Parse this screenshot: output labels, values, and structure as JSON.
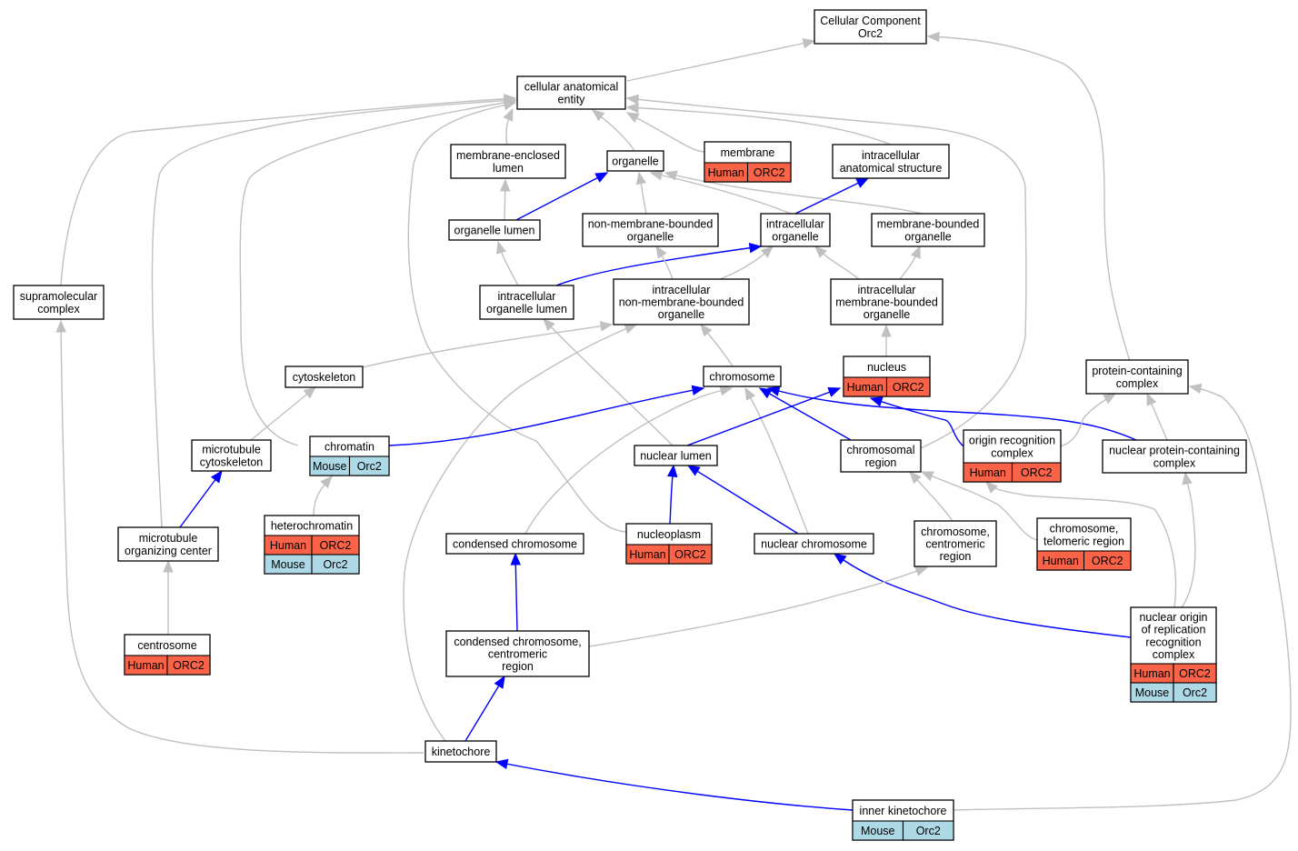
{
  "colors": {
    "human": "#fa6347",
    "mouse": "#add8e6",
    "edge_gray": "#c0c0c0",
    "edge_blue": "#0000ff"
  },
  "nodes": [
    {
      "id": "cc",
      "lines": [
        "Cellular Component",
        "Orc2"
      ],
      "rows": []
    },
    {
      "id": "cae",
      "lines": [
        "cellular anatomical",
        "entity"
      ],
      "rows": []
    },
    {
      "id": "mel",
      "lines": [
        "membrane-enclosed",
        "lumen"
      ],
      "rows": []
    },
    {
      "id": "organelle",
      "lines": [
        "organelle"
      ],
      "rows": []
    },
    {
      "id": "membrane",
      "lines": [
        "membrane"
      ],
      "rows": [
        [
          {
            "species": "human",
            "text": "Human"
          },
          {
            "species": "human",
            "text": "ORC2"
          }
        ]
      ]
    },
    {
      "id": "ias",
      "lines": [
        "intracellular",
        "anatomical structure"
      ],
      "rows": []
    },
    {
      "id": "ol",
      "lines": [
        "organelle lumen"
      ],
      "rows": []
    },
    {
      "id": "nmbo",
      "lines": [
        "non-membrane-bounded",
        "organelle"
      ],
      "rows": []
    },
    {
      "id": "io",
      "lines": [
        "intracellular",
        "organelle"
      ],
      "rows": []
    },
    {
      "id": "mbo",
      "lines": [
        "membrane-bounded",
        "organelle"
      ],
      "rows": []
    },
    {
      "id": "sc",
      "lines": [
        "supramolecular",
        "complex"
      ],
      "rows": []
    },
    {
      "id": "iol",
      "lines": [
        "intracellular",
        "organelle lumen"
      ],
      "rows": []
    },
    {
      "id": "inmbo",
      "lines": [
        "intracellular",
        "non-membrane-bounded",
        "organelle"
      ],
      "rows": []
    },
    {
      "id": "imbo",
      "lines": [
        "intracellular",
        "membrane-bounded",
        "organelle"
      ],
      "rows": []
    },
    {
      "id": "cytoskeleton",
      "lines": [
        "cytoskeleton"
      ],
      "rows": []
    },
    {
      "id": "chromosome",
      "lines": [
        "chromosome"
      ],
      "rows": []
    },
    {
      "id": "nucleus",
      "lines": [
        "nucleus"
      ],
      "rows": [
        [
          {
            "species": "human",
            "text": "Human"
          },
          {
            "species": "human",
            "text": "ORC2"
          }
        ]
      ]
    },
    {
      "id": "pcc",
      "lines": [
        "protein-containing",
        "complex"
      ],
      "rows": []
    },
    {
      "id": "mtc",
      "lines": [
        "microtubule",
        "cytoskeleton"
      ],
      "rows": []
    },
    {
      "id": "chromatin",
      "lines": [
        "chromatin"
      ],
      "rows": [
        [
          {
            "species": "mouse",
            "text": "Mouse"
          },
          {
            "species": "mouse",
            "text": "Orc2"
          }
        ]
      ]
    },
    {
      "id": "nuclumen",
      "lines": [
        "nuclear lumen"
      ],
      "rows": []
    },
    {
      "id": "chromreg",
      "lines": [
        "chromosomal",
        "region"
      ],
      "rows": []
    },
    {
      "id": "orc",
      "lines": [
        "origin recognition",
        "complex"
      ],
      "rows": [
        [
          {
            "species": "human",
            "text": "Human"
          },
          {
            "species": "human",
            "text": "ORC2"
          }
        ]
      ]
    },
    {
      "id": "npcc",
      "lines": [
        "nuclear protein-containing",
        "complex"
      ],
      "rows": []
    },
    {
      "id": "mtoc",
      "lines": [
        "microtubule",
        "organizing center"
      ],
      "rows": []
    },
    {
      "id": "heterochromatin",
      "lines": [
        "heterochromatin"
      ],
      "rows": [
        [
          {
            "species": "human",
            "text": "Human"
          },
          {
            "species": "human",
            "text": "ORC2"
          }
        ],
        [
          {
            "species": "mouse",
            "text": "Mouse"
          },
          {
            "species": "mouse",
            "text": "Orc2"
          }
        ]
      ]
    },
    {
      "id": "condchrom",
      "lines": [
        "condensed chromosome"
      ],
      "rows": []
    },
    {
      "id": "nucleoplasm",
      "lines": [
        "nucleoplasm"
      ],
      "rows": [
        [
          {
            "species": "human",
            "text": "Human"
          },
          {
            "species": "human",
            "text": "ORC2"
          }
        ]
      ]
    },
    {
      "id": "nucchrom",
      "lines": [
        "nuclear chromosome"
      ],
      "rows": []
    },
    {
      "id": "ccr",
      "lines": [
        "chromosome,",
        "centromeric",
        "region"
      ],
      "rows": []
    },
    {
      "id": "ctr",
      "lines": [
        "chromosome,",
        "telomeric region"
      ],
      "rows": [
        [
          {
            "species": "human",
            "text": "Human"
          },
          {
            "species": "human",
            "text": "ORC2"
          }
        ]
      ]
    },
    {
      "id": "centrosome",
      "lines": [
        "centrosome"
      ],
      "rows": [
        [
          {
            "species": "human",
            "text": "Human"
          },
          {
            "species": "human",
            "text": "ORC2"
          }
        ]
      ]
    },
    {
      "id": "cccr",
      "lines": [
        "condensed chromosome,",
        "centromeric",
        "region"
      ],
      "rows": []
    },
    {
      "id": "norc",
      "lines": [
        "nuclear origin",
        "of replication",
        "recognition",
        "complex"
      ],
      "rows": [
        [
          {
            "species": "human",
            "text": "Human"
          },
          {
            "species": "human",
            "text": "ORC2"
          }
        ],
        [
          {
            "species": "mouse",
            "text": "Mouse"
          },
          {
            "species": "mouse",
            "text": "Orc2"
          }
        ]
      ]
    },
    {
      "id": "kinetochore",
      "lines": [
        "kinetochore"
      ],
      "rows": []
    },
    {
      "id": "ik",
      "lines": [
        "inner kinetochore"
      ],
      "rows": [
        [
          {
            "species": "mouse",
            "text": "Mouse"
          },
          {
            "species": "mouse",
            "text": "Orc2"
          }
        ]
      ]
    }
  ],
  "edges": [
    {
      "id": "cae-cc",
      "kind": "gray"
    },
    {
      "id": "pcc-cc",
      "kind": "gray"
    },
    {
      "id": "mel-cae",
      "kind": "gray"
    },
    {
      "id": "organelle-cae",
      "kind": "gray"
    },
    {
      "id": "membrane-cae",
      "kind": "gray"
    },
    {
      "id": "ias-cae",
      "kind": "gray"
    },
    {
      "id": "sc-cae",
      "kind": "gray"
    },
    {
      "id": "mtoc-cae",
      "kind": "gray"
    },
    {
      "id": "chromatin-cae",
      "kind": "gray"
    },
    {
      "id": "nucleoplasm-cae",
      "kind": "gray"
    },
    {
      "id": "chromreg-cae",
      "kind": "gray"
    },
    {
      "id": "ol-mel",
      "kind": "gray"
    },
    {
      "id": "ol-organelle",
      "kind": "blue"
    },
    {
      "id": "nmbo-organelle",
      "kind": "gray"
    },
    {
      "id": "io-organelle",
      "kind": "gray"
    },
    {
      "id": "mbo-organelle",
      "kind": "gray"
    },
    {
      "id": "io-ias",
      "kind": "blue"
    },
    {
      "id": "iol-ol",
      "kind": "gray"
    },
    {
      "id": "iol-io",
      "kind": "blue"
    },
    {
      "id": "inmbo-nmbo",
      "kind": "gray"
    },
    {
      "id": "inmbo-io",
      "kind": "gray"
    },
    {
      "id": "imbo-io",
      "kind": "gray"
    },
    {
      "id": "imbo-mbo",
      "kind": "gray"
    },
    {
      "id": "kinetochore-sc",
      "kind": "gray"
    },
    {
      "id": "cytoskeleton-inmbo",
      "kind": "gray"
    },
    {
      "id": "chromosome-inmbo",
      "kind": "gray"
    },
    {
      "id": "kinetochore-inmbo",
      "kind": "gray"
    },
    {
      "id": "nucleus-imbo",
      "kind": "gray"
    },
    {
      "id": "nuclumen-iol",
      "kind": "gray"
    },
    {
      "id": "mtc-cytoskeleton",
      "kind": "gray"
    },
    {
      "id": "chromatin-chromosome",
      "kind": "blue"
    },
    {
      "id": "condchrom-chromosome",
      "kind": "gray"
    },
    {
      "id": "nucchrom-chromosome",
      "kind": "gray"
    },
    {
      "id": "chromreg-chromosome",
      "kind": "blue"
    },
    {
      "id": "npcc-chromosome",
      "kind": "blue"
    },
    {
      "id": "nuclumen-nucleus",
      "kind": "blue"
    },
    {
      "id": "orc-nucleus",
      "kind": "blue"
    },
    {
      "id": "orc-pcc",
      "kind": "gray"
    },
    {
      "id": "npcc-pcc",
      "kind": "gray"
    },
    {
      "id": "ik-pcc",
      "kind": "gray"
    },
    {
      "id": "mtoc-mtc",
      "kind": "blue"
    },
    {
      "id": "heterochromatin-chromatin",
      "kind": "gray"
    },
    {
      "id": "nucleoplasm-nuclumen",
      "kind": "blue"
    },
    {
      "id": "nucchrom-nuclumen",
      "kind": "blue"
    },
    {
      "id": "ccr-chromreg",
      "kind": "gray"
    },
    {
      "id": "ctr-chromreg",
      "kind": "gray"
    },
    {
      "id": "norc-orc",
      "kind": "gray"
    },
    {
      "id": "norc-npcc",
      "kind": "gray"
    },
    {
      "id": "centrosome-mtoc",
      "kind": "gray"
    },
    {
      "id": "cccr-condchrom",
      "kind": "blue"
    },
    {
      "id": "norc-nucchrom",
      "kind": "blue"
    },
    {
      "id": "cccr-ccr",
      "kind": "gray"
    },
    {
      "id": "kinetochore-cccr",
      "kind": "blue"
    },
    {
      "id": "ik-kinetochore",
      "kind": "blue"
    }
  ]
}
